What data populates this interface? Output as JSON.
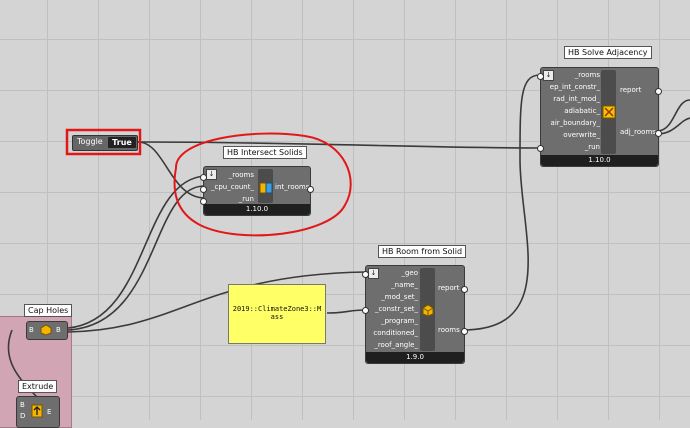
{
  "canvas": {
    "grid": "on",
    "background": "#d4d4d4"
  },
  "toggle": {
    "label": "Toggle",
    "value": "True"
  },
  "panel": {
    "text": "2019::ClimateZone3::Mass"
  },
  "cap_holes": {
    "title": "Cap Holes",
    "input": "B",
    "output": "B"
  },
  "extrude": {
    "title": "Extrude",
    "inputs": [
      "B",
      "D"
    ],
    "output": "E"
  },
  "intersect": {
    "title": "HB Intersect Solids",
    "inputs": [
      "_rooms",
      "_cpu_count_",
      "_run"
    ],
    "output": "int_rooms",
    "version": "1.10.0"
  },
  "solve_adjacency": {
    "title": "HB Solve Adjacency",
    "inputs": [
      "_rooms",
      "ep_int_constr_",
      "rad_int_mod_",
      "adiabatic_",
      "air_boundary_",
      "overwrite_",
      "_run"
    ],
    "outputs": [
      "report",
      "adj_rooms"
    ],
    "version": "1.10.0"
  },
  "room_from_solid": {
    "title": "HB Room from Solid",
    "inputs": [
      "_geo",
      "_name_",
      "_mod_set_",
      "_constr_set_",
      "_program_",
      "conditioned_",
      "_roof_angle_"
    ],
    "outputs": [
      "report",
      "rooms"
    ],
    "version": "1.9.0"
  },
  "colors": {
    "highlight_box": "#e01818",
    "highlight_ring": "#e01818",
    "panel": "#ffff66",
    "group": "#d2a5b4"
  },
  "icons": {
    "intersect": "cube-split-icon",
    "adjacency": "adjacency-arrows-icon",
    "room": "box-room-icon",
    "cap": "cap-holes-icon",
    "extrude": "extrude-icon",
    "menu": "dropdown-arrow-icon"
  }
}
